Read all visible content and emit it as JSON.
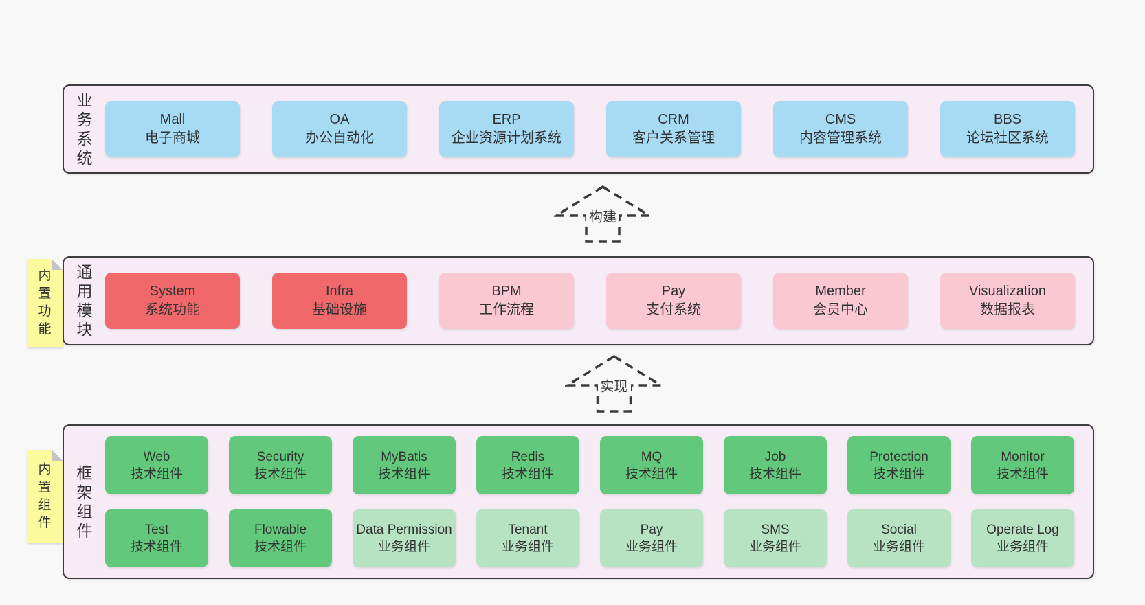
{
  "colors": {
    "background": "#f8f8f8",
    "layer_background": "#f7ecf5",
    "layer_border": "#3d3d3d",
    "blue_box": "#a7daf3",
    "red_box": "#f1686b",
    "pink_box": "#f9c8d2",
    "green_box": "#62c87b",
    "light_green_box": "#b7e3c3",
    "tab_yellow": "#fbfa9c",
    "text": "#333333"
  },
  "arrows": [
    {
      "label": "构建"
    },
    {
      "label": "实现"
    }
  ],
  "layers": [
    {
      "label": "业务系统",
      "rows": [
        [
          {
            "name": "Mall",
            "desc": "电子商城"
          },
          {
            "name": "OA",
            "desc": "办公自动化"
          },
          {
            "name": "ERP",
            "desc": "企业资源计划系统"
          },
          {
            "name": "CRM",
            "desc": "客户关系管理"
          },
          {
            "name": "CMS",
            "desc": "内容管理系统"
          },
          {
            "name": "BBS",
            "desc": "论坛社区系统"
          }
        ]
      ]
    },
    {
      "label": "通用模块",
      "tab": "内置功能",
      "rows": [
        [
          {
            "name": "System",
            "desc": "系统功能"
          },
          {
            "name": "Infra",
            "desc": "基础设施"
          },
          {
            "name": "BPM",
            "desc": "工作流程"
          },
          {
            "name": "Pay",
            "desc": "支付系统"
          },
          {
            "name": "Member",
            "desc": "会员中心"
          },
          {
            "name": "Visualization",
            "desc": "数据报表"
          }
        ]
      ]
    },
    {
      "label": "框架组件",
      "tab": "内置组件",
      "rows": [
        [
          {
            "name": "Web",
            "desc": "技术组件"
          },
          {
            "name": "Security",
            "desc": "技术组件"
          },
          {
            "name": "MyBatis",
            "desc": "技术组件"
          },
          {
            "name": "Redis",
            "desc": "技术组件"
          },
          {
            "name": "MQ",
            "desc": "技术组件"
          },
          {
            "name": "Job",
            "desc": "技术组件"
          },
          {
            "name": "Protection",
            "desc": "技术组件"
          },
          {
            "name": "Monitor",
            "desc": "技术组件"
          }
        ],
        [
          {
            "name": "Test",
            "desc": "技术组件"
          },
          {
            "name": "Flowable",
            "desc": "技术组件"
          },
          {
            "name": "Data Permission",
            "desc": "业务组件"
          },
          {
            "name": "Tenant",
            "desc": "业务组件"
          },
          {
            "name": "Pay",
            "desc": "业务组件"
          },
          {
            "name": "SMS",
            "desc": "业务组件"
          },
          {
            "name": "Social",
            "desc": "业务组件"
          },
          {
            "name": "Operate Log",
            "desc": "业务组件"
          }
        ]
      ]
    }
  ]
}
